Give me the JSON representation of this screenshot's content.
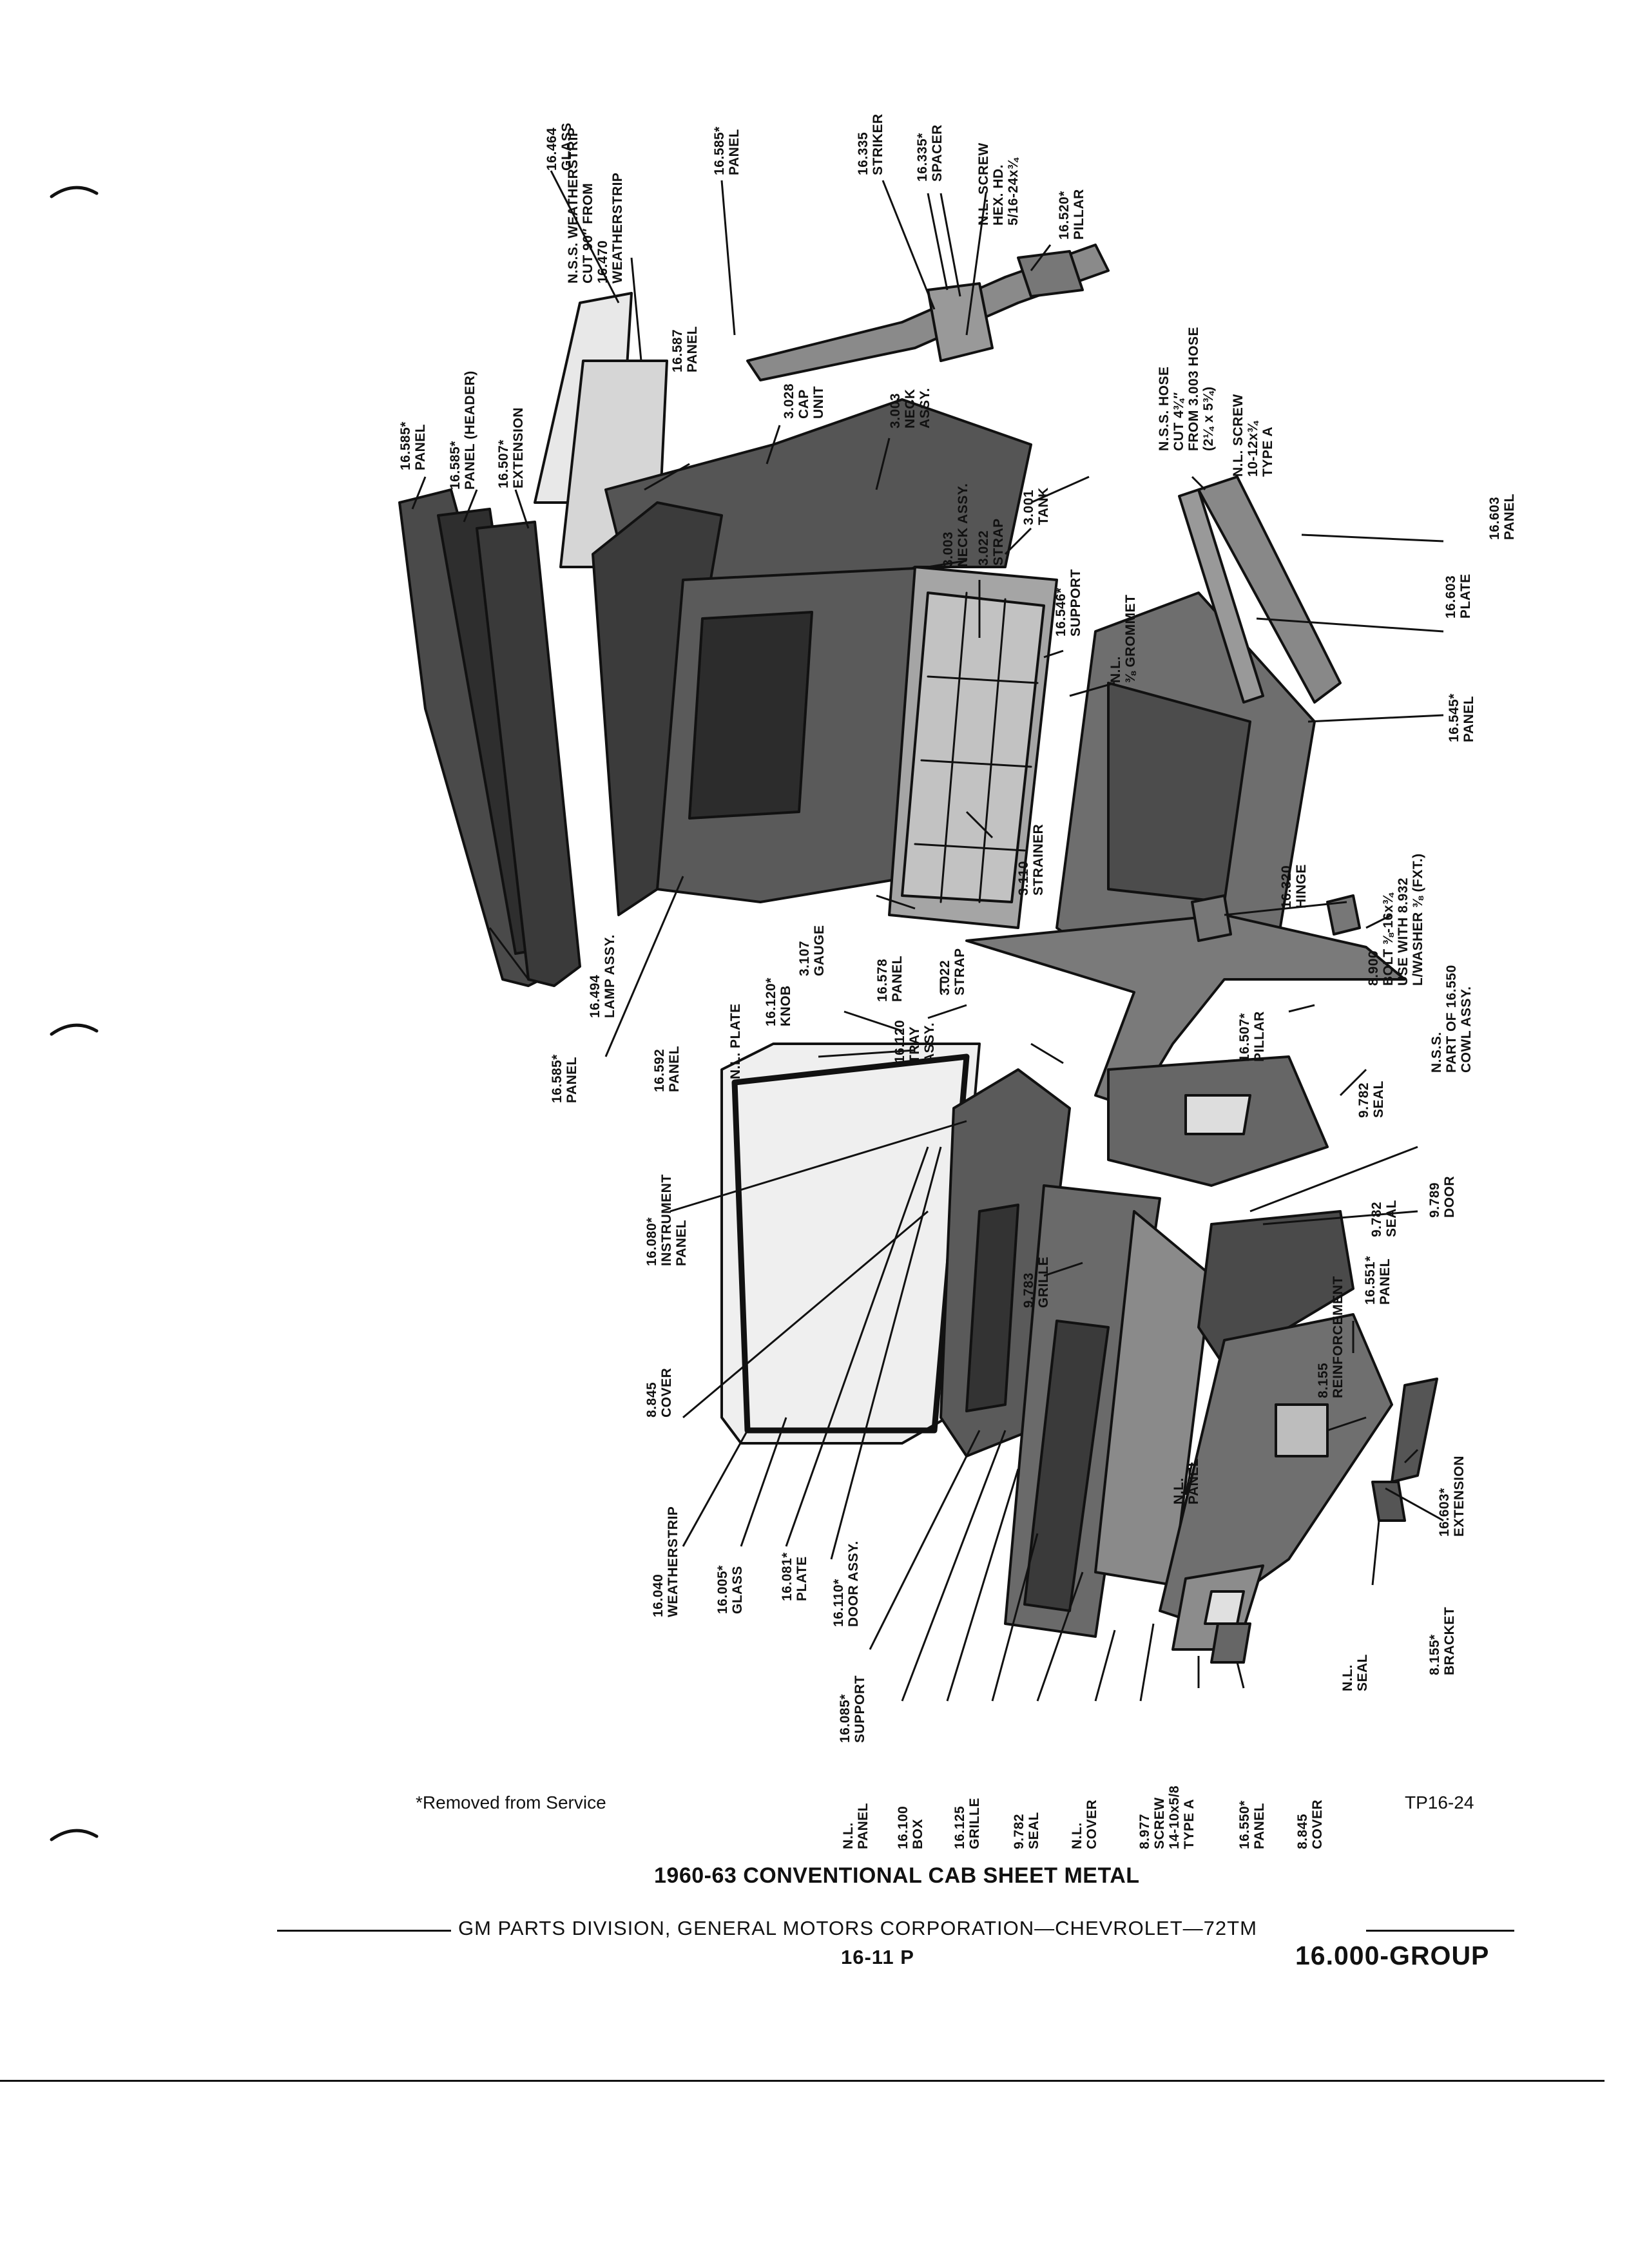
{
  "note": "*Removed from Service",
  "plate_code": "TP16-24",
  "title": "1960-63 CONVENTIONAL CAB SHEET METAL",
  "division": "GM PARTS DIVISION,  GENERAL MOTORS CORPORATION—CHEVROLET—72TM",
  "page_number": "16-11  P",
  "group": "16.000-GROUP",
  "callouts": {
    "glass_16464": "16.464\nGLASS",
    "weatherstrip_nss": "N.S.S. WEATHERSTRIP\nCUT 90″ FROM\n16.470\nWEATHERSTRIP",
    "panel_16585_top": "16.585*\nPANEL",
    "striker_16335": "16.335\nSTRIKER",
    "spacer_16335": "16.335*\nSPACER",
    "screw_hex": "N.L. SCREW\nHEX. HD.\n5/16-24x¾",
    "pillar_16520": "16.520*\nPILLAR",
    "panel_16585_left": "16.585*\nPANEL",
    "panel_header": "16.585*\nPANEL (HEADER)",
    "extension_16507": "16.507*\nEXTENSION",
    "panel_16587": "16.587\nPANEL",
    "cap_unit": "3.028\nCAP\nUNIT",
    "neck_assy_3003_a": "3.003\nNECK\nASSY.",
    "hose_nss": "N.S.S. HOSE\nCUT 4¾″\nFROM 3.003 HOSE\n(2¼ x 5¾)",
    "screw_10_12": "N.L. SCREW\n10-12x¾\nTYPE A",
    "tank_3001": "3.001\nTANK",
    "neck_assy_3003_b": "3.003\nNECK ASSY.",
    "strap_3022_a": "3.022\nSTRAP",
    "support_16546": "16.546*\nSUPPORT",
    "grommet": "N.L.\n⅜ GROMMET",
    "panel_16603": "16.603\nPANEL",
    "plate_16603": "16.603\nPLATE",
    "panel_16545": "16.545*\nPANEL",
    "lamp_assy": "16.494\nLAMP ASSY.",
    "panel_16592": "16.592\nPANEL",
    "gauge_3107": "3.107\nGAUGE",
    "strainer_3110": "3.110\nSTRAINER",
    "hinge_16320": "16.320\nHINGE",
    "bolt_8900": "8.900\nBOLT ⅜-16x¾\nUSE WITH 8.932\nL/WASHER ⅜ (FXT.)",
    "panel_16585_low": "16.585*\nPANEL",
    "knob_16120": "16.120*\nKNOB",
    "nl_plate": "N.L. PLATE",
    "panel_16578": "16.578\nPANEL",
    "strap_3022_b": "3.022\nSTRAP",
    "tray_assy": "16.120\nTRAY\nASSY.",
    "pillar_16507": "16.507*\nPILLAR",
    "cowl_assy": "N.S.S.\nPART OF 16.550\nCOWL ASSY.",
    "seal_9782_a": "9.782\nSEAL",
    "door_9789": "9.789\nDOOR",
    "seal_9782_b": "9.782\nSEAL",
    "instrument_panel": "16.080*\nINSTRUMENT\nPANEL",
    "grille_9783": "9.783\nGRILLE",
    "panel_16551": "16.551*\nPANEL",
    "reinforcement": "8.155\nREINFORCEMENT",
    "cover_8845_a": "8.845\nCOVER",
    "nl_panel_a": "N.L.\nPANEL",
    "extension_16603": "16.603*\nEXTENSION",
    "weatherstrip_16040": "16.040\nWEATHERSTRIP",
    "glass_16005": "16.005*\nGLASS",
    "plate_16081": "16.081*\nPLATE",
    "door_assy": "16.110*\nDOOR ASSY.",
    "nl_seal": "N.L.\nSEAL",
    "bracket_8155": "8.155*\nBRACKET",
    "support_16085": "16.085*\nSUPPORT",
    "nl_panel_b": "N.L.\nPANEL",
    "box_16100": "16.100\nBOX",
    "grille_16125": "16.125\nGRILLE",
    "seal_9782_c": "9.782\nSEAL",
    "nl_cover": "N.L.\nCOVER",
    "screw_8977": "8.977\nSCREW\n14-10x5/8\nTYPE A",
    "panel_16550": "16.550*\nPANEL",
    "cover_8845_b": "8.845\nCOVER"
  }
}
